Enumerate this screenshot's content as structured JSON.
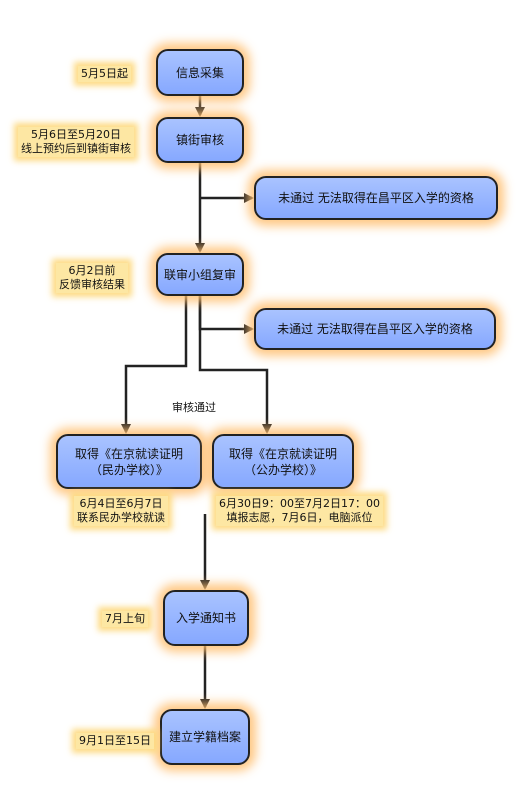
{
  "steps": {
    "collect": "信息采集",
    "town_review": "镇街审核",
    "fail_1": "未通过  无法取得在昌平区入学的资格",
    "joint_review": "联审小组复审",
    "fail_2": "未通过  无法取得在昌平区入学的资格",
    "cert_private": [
      "取得《在京就读证明",
      "（民办学校）》"
    ],
    "cert_public": [
      "取得《在京就读证明",
      "（公办学校）》"
    ],
    "notice": "入学通知书",
    "archive": "建立学籍档案"
  },
  "notes": {
    "collect_date": "5月5日起",
    "town_review_date": [
      "5月6日至5月20日",
      "线上预约后到镇街审核"
    ],
    "joint_review_date": [
      "6月2日前",
      "反馈审核结果"
    ],
    "pass_label": "审核通过",
    "private_date": [
      "6月4日至6月7日",
      "联系民办学校就读"
    ],
    "public_date": [
      "6月30日9：00至7月2日17：00",
      "填报志愿，7月6日，电脑派位"
    ],
    "notice_date": "7月上旬",
    "archive_date": "9月1日至15日"
  }
}
